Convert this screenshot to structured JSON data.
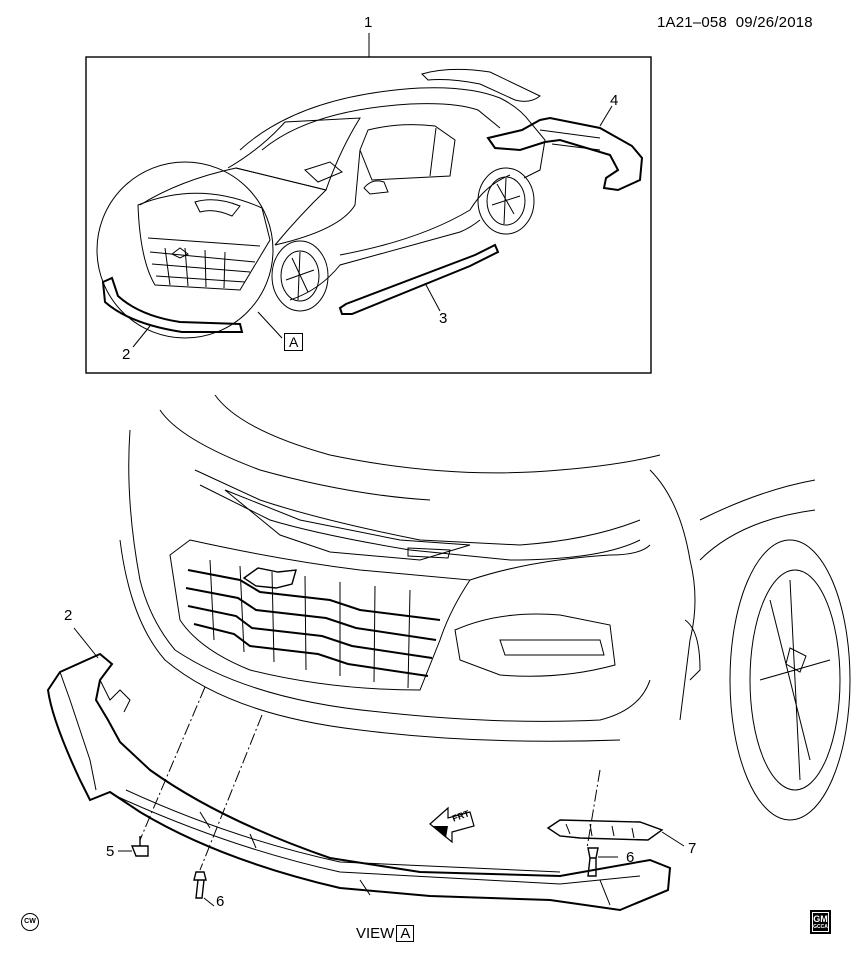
{
  "header": {
    "doc_id": "1A21–058",
    "date": "09/26/2018"
  },
  "callouts": {
    "c1": "1",
    "c2_top": "2",
    "c3": "3",
    "c4": "4",
    "c2_bottom": "2",
    "c5": "5",
    "c6_left": "6",
    "c6_right": "6",
    "c7": "7"
  },
  "detail_box_label": "A",
  "view_label": {
    "prefix": "VIEW",
    "box": "A"
  },
  "direction_arrow_text": "FRT",
  "cw_mark": "CW",
  "gm_logo": {
    "main": "GM",
    "sub": "GCCA"
  },
  "colors": {
    "line": "#000000",
    "background": "#ffffff"
  }
}
